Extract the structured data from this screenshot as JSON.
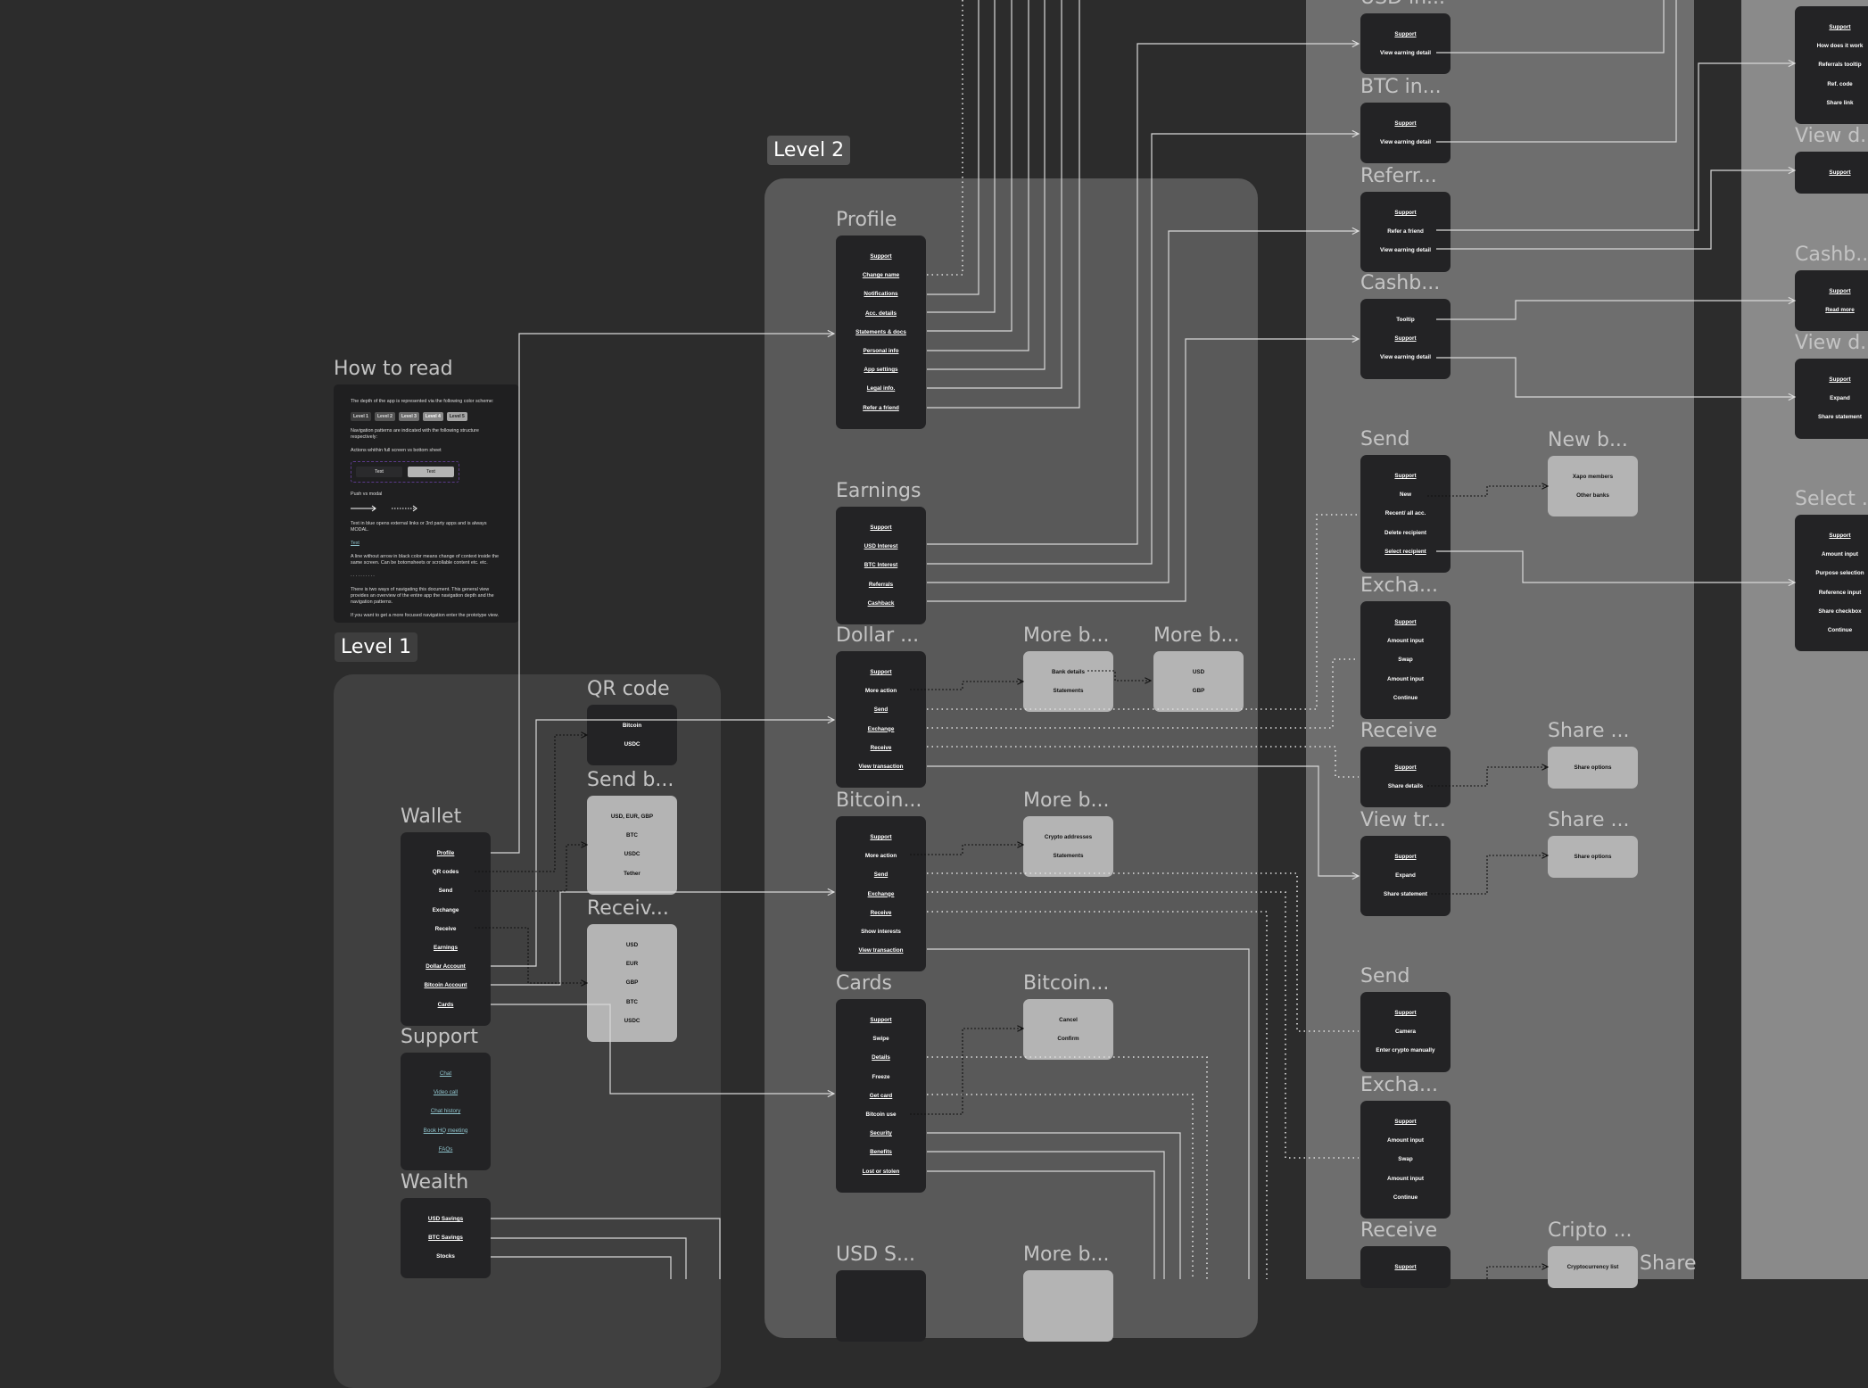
{
  "colors": {
    "canvas": "#2c2c2c",
    "level1": "#404040",
    "level2": "#595959",
    "level3": "#6e6e6e",
    "level4": "#8a8a8a",
    "card_dark": "#232325",
    "card_light": "#b4b4b4",
    "link": "#8fc3cc"
  },
  "labels": {
    "level1": "Level 1",
    "level2": "Level 2"
  },
  "how_to_read": {
    "title": "How to read",
    "intro": "The depth of the app is represented via the following color scheme:",
    "levels": [
      "Level 1",
      "Level 2",
      "Level 3",
      "Level 4",
      "Level 5"
    ],
    "nav_patterns": "Navigation patterns are indicated with the following structure respectively:",
    "actions": "Actions whithin full screen vs bottom sheet",
    "demo_dark": "Text",
    "demo_light": "Text",
    "push_modal": "Push vs modal",
    "blue_text": "Text in blue opens external links or 3rd party apps and is always MODAL.",
    "blue_sample": "Text",
    "no_arrow": "A line without arrow in black color means change of context inside the same screen. Can be botomsheets or scrollable content etc. etc.",
    "two_ways": "There is two ways of navigating this document. This general view provides an overview of the entire app the navigation depth and the navigation patterns.",
    "prototype": "If you want to get a more focused navigation enter the prototype view."
  },
  "cards": [
    {
      "id": "wallet",
      "title": "Wallet",
      "theme": "dark",
      "items": [
        {
          "t": "Profile",
          "u": true
        },
        {
          "t": "QR codes"
        },
        {
          "t": "Send"
        },
        {
          "t": "Exchange"
        },
        {
          "t": "Receive"
        },
        {
          "t": "Earnings",
          "u": true
        },
        {
          "t": "Dollar Account",
          "u": true
        },
        {
          "t": "Bitcoin Account",
          "u": true
        },
        {
          "t": "Cards",
          "u": true
        }
      ]
    },
    {
      "id": "support",
      "title": "Support",
      "theme": "dark",
      "items": [
        {
          "t": "Chat",
          "u": true,
          "link": true
        },
        {
          "t": "Video call",
          "u": true,
          "link": true
        },
        {
          "t": "Chat history",
          "u": true,
          "link": true
        },
        {
          "t": "Book HQ meeting",
          "u": true,
          "link": true
        },
        {
          "t": "FAQs",
          "u": true,
          "link": true
        }
      ]
    },
    {
      "id": "wealth",
      "title": "Wealth",
      "theme": "dark",
      "items": [
        {
          "t": "USD Savings",
          "u": true
        },
        {
          "t": "BTC Savings",
          "u": true
        },
        {
          "t": "Stocks"
        }
      ]
    },
    {
      "id": "qr",
      "title": "QR code",
      "theme": "dark",
      "items": [
        {
          "t": "Bitcoin"
        },
        {
          "t": "USDC"
        }
      ]
    },
    {
      "id": "sendb",
      "title": "Send b...",
      "theme": "light",
      "items": [
        {
          "t": "USD, EUR, GBP"
        },
        {
          "t": "BTC"
        },
        {
          "t": "USDC"
        },
        {
          "t": "Tether"
        }
      ]
    },
    {
      "id": "receiv",
      "title": "Receiv...",
      "theme": "light",
      "items": [
        {
          "t": "USD"
        },
        {
          "t": "EUR"
        },
        {
          "t": "GBP"
        },
        {
          "t": "BTC"
        },
        {
          "t": "USDC"
        }
      ]
    },
    {
      "id": "profile",
      "title": "Profile",
      "theme": "dark",
      "items": [
        {
          "t": "Support",
          "u": true
        },
        {
          "t": "Change name",
          "u": true
        },
        {
          "t": "Notifications",
          "u": true
        },
        {
          "t": "Acc. details",
          "u": true
        },
        {
          "t": "Statements & docs",
          "u": true
        },
        {
          "t": "Personal info",
          "u": true
        },
        {
          "t": "App settings",
          "u": true
        },
        {
          "t": "Legal info.",
          "u": true
        },
        {
          "t": "Refer a friend",
          "u": true
        }
      ]
    },
    {
      "id": "earnings",
      "title": "Earnings",
      "theme": "dark",
      "items": [
        {
          "t": "Support",
          "u": true
        },
        {
          "t": "USD Interest",
          "u": true
        },
        {
          "t": "BTC Interest",
          "u": true
        },
        {
          "t": "Referrals",
          "u": true
        },
        {
          "t": "Cashback",
          "u": true
        }
      ]
    },
    {
      "id": "dollar",
      "title": "Dollar ...",
      "theme": "dark",
      "items": [
        {
          "t": "Support",
          "u": true
        },
        {
          "t": "More action"
        },
        {
          "t": "Send",
          "u": true
        },
        {
          "t": "Exchange",
          "u": true
        },
        {
          "t": "Receive",
          "u": true
        },
        {
          "t": "View transaction",
          "u": true
        }
      ]
    },
    {
      "id": "bitcoin",
      "title": "Bitcoin...",
      "theme": "dark",
      "items": [
        {
          "t": "Support",
          "u": true
        },
        {
          "t": "More action"
        },
        {
          "t": "Send",
          "u": true
        },
        {
          "t": "Exchange",
          "u": true
        },
        {
          "t": "Receive",
          "u": true
        },
        {
          "t": "Show interests"
        },
        {
          "t": "View transaction",
          "u": true
        }
      ]
    },
    {
      "id": "cards",
      "title": "Cards",
      "theme": "dark",
      "items": [
        {
          "t": "Support",
          "u": true
        },
        {
          "t": "Swipe"
        },
        {
          "t": "Details",
          "u": true
        },
        {
          "t": "Freeze"
        },
        {
          "t": "Get card",
          "u": true
        },
        {
          "t": "Bitcoin use"
        },
        {
          "t": "Security",
          "u": true
        },
        {
          "t": "Benefits",
          "u": true
        },
        {
          "t": "Lost or stolen",
          "u": true
        }
      ]
    },
    {
      "id": "usds",
      "title": "USD S...",
      "theme": "dark",
      "items": []
    },
    {
      "id": "moreb1",
      "title": "More b...",
      "theme": "light",
      "items": [
        {
          "t": "Bank details"
        },
        {
          "t": "Statements"
        }
      ]
    },
    {
      "id": "moreb2",
      "title": "More b...",
      "theme": "light",
      "items": [
        {
          "t": "USD"
        },
        {
          "t": "GBP"
        }
      ]
    },
    {
      "id": "moreb3",
      "title": "More b...",
      "theme": "light",
      "items": [
        {
          "t": "Crypto addresses"
        },
        {
          "t": "Statements"
        }
      ]
    },
    {
      "id": "bitcoinc",
      "title": "Bitcoin...",
      "theme": "light",
      "items": [
        {
          "t": "Cancel"
        },
        {
          "t": "Confirm"
        }
      ]
    },
    {
      "id": "moreb4",
      "title": "More b...",
      "theme": "light",
      "items": []
    },
    {
      "id": "usdin",
      "title": "USD in...",
      "theme": "dark",
      "items": [
        {
          "t": "Support",
          "u": true
        },
        {
          "t": "View earning detail"
        }
      ]
    },
    {
      "id": "btcin",
      "title": "BTC in...",
      "theme": "dark",
      "items": [
        {
          "t": "Support",
          "u": true
        },
        {
          "t": "View earning detail"
        }
      ]
    },
    {
      "id": "referr",
      "title": "Referr...",
      "theme": "dark",
      "items": [
        {
          "t": "Support",
          "u": true
        },
        {
          "t": "Refer a friend"
        },
        {
          "t": "View earning detail"
        }
      ]
    },
    {
      "id": "cashb",
      "title": "Cashb...",
      "theme": "dark",
      "items": [
        {
          "t": "Tooltip"
        },
        {
          "t": "Support",
          "u": true
        },
        {
          "t": "View earning detail"
        }
      ]
    },
    {
      "id": "send",
      "title": "Send",
      "theme": "dark",
      "items": [
        {
          "t": "Support",
          "u": true
        },
        {
          "t": "New"
        },
        {
          "t": "Recent/ all acc."
        },
        {
          "t": "Delete recipient"
        },
        {
          "t": "Select  recipient",
          "u": true
        }
      ]
    },
    {
      "id": "excha",
      "title": "Excha...",
      "theme": "dark",
      "items": [
        {
          "t": "Support",
          "u": true
        },
        {
          "t": "Amount input"
        },
        {
          "t": "Swap"
        },
        {
          "t": "Amount input"
        },
        {
          "t": "Continue"
        }
      ]
    },
    {
      "id": "receive",
      "title": "Receive",
      "theme": "dark",
      "items": [
        {
          "t": "Support",
          "u": true
        },
        {
          "t": "Share details"
        }
      ]
    },
    {
      "id": "viewtr",
      "title": "View tr...",
      "theme": "dark",
      "items": [
        {
          "t": "Support",
          "u": true
        },
        {
          "t": "Expand"
        },
        {
          "t": "Share statement"
        }
      ]
    },
    {
      "id": "send2",
      "title": "Send",
      "theme": "dark",
      "items": [
        {
          "t": "Support",
          "u": true
        },
        {
          "t": "Camera"
        },
        {
          "t": "Enter crypto manually"
        }
      ]
    },
    {
      "id": "excha2",
      "title": "Excha...",
      "theme": "dark",
      "items": [
        {
          "t": "Support",
          "u": true
        },
        {
          "t": "Amount input"
        },
        {
          "t": "Swap"
        },
        {
          "t": "Amount input"
        },
        {
          "t": "Continue"
        }
      ]
    },
    {
      "id": "receive2",
      "title": "Receive",
      "theme": "dark",
      "items": [
        {
          "t": "Support",
          "u": true
        }
      ]
    },
    {
      "id": "newb",
      "title": "New b...",
      "theme": "light",
      "items": [
        {
          "t": "Xapo members"
        },
        {
          "t": "Other banks"
        }
      ]
    },
    {
      "id": "share1",
      "title": "Share ...",
      "theme": "light",
      "items": [
        {
          "t": "Share options"
        }
      ]
    },
    {
      "id": "share2",
      "title": "Share ...",
      "theme": "light",
      "items": [
        {
          "t": "Share options"
        }
      ]
    },
    {
      "id": "cripto",
      "title": "Cripto ...",
      "theme": "light",
      "items": [
        {
          "t": "Cryptocurrency list"
        }
      ]
    },
    {
      "id": "ref4",
      "title": "",
      "theme": "dark",
      "items": [
        {
          "t": "Support",
          "u": true
        },
        {
          "t": "How does it work"
        },
        {
          "t": "Referrals tooltip"
        },
        {
          "t": "Ref. code"
        },
        {
          "t": "Share link"
        }
      ]
    },
    {
      "id": "viewd1",
      "title": "View d...",
      "theme": "dark",
      "items": [
        {
          "t": "Support",
          "u": true
        }
      ]
    },
    {
      "id": "cashb4",
      "title": "Cashb...",
      "theme": "dark",
      "items": [
        {
          "t": "Support",
          "u": true
        },
        {
          "t": "Read more",
          "u": true
        }
      ]
    },
    {
      "id": "viewd2",
      "title": "View d...",
      "theme": "dark",
      "items": [
        {
          "t": "Support",
          "u": true
        },
        {
          "t": "Expand"
        },
        {
          "t": "Share statement"
        }
      ]
    },
    {
      "id": "select",
      "title": "Select ...",
      "theme": "dark",
      "items": [
        {
          "t": "Support",
          "u": true
        },
        {
          "t": "Amount input"
        },
        {
          "t": "Purpose selection"
        },
        {
          "t": "Reference input"
        },
        {
          "t": "Share checkbox"
        },
        {
          "t": "Continue"
        }
      ]
    }
  ],
  "extra_titles": {
    "share3": "Share"
  }
}
